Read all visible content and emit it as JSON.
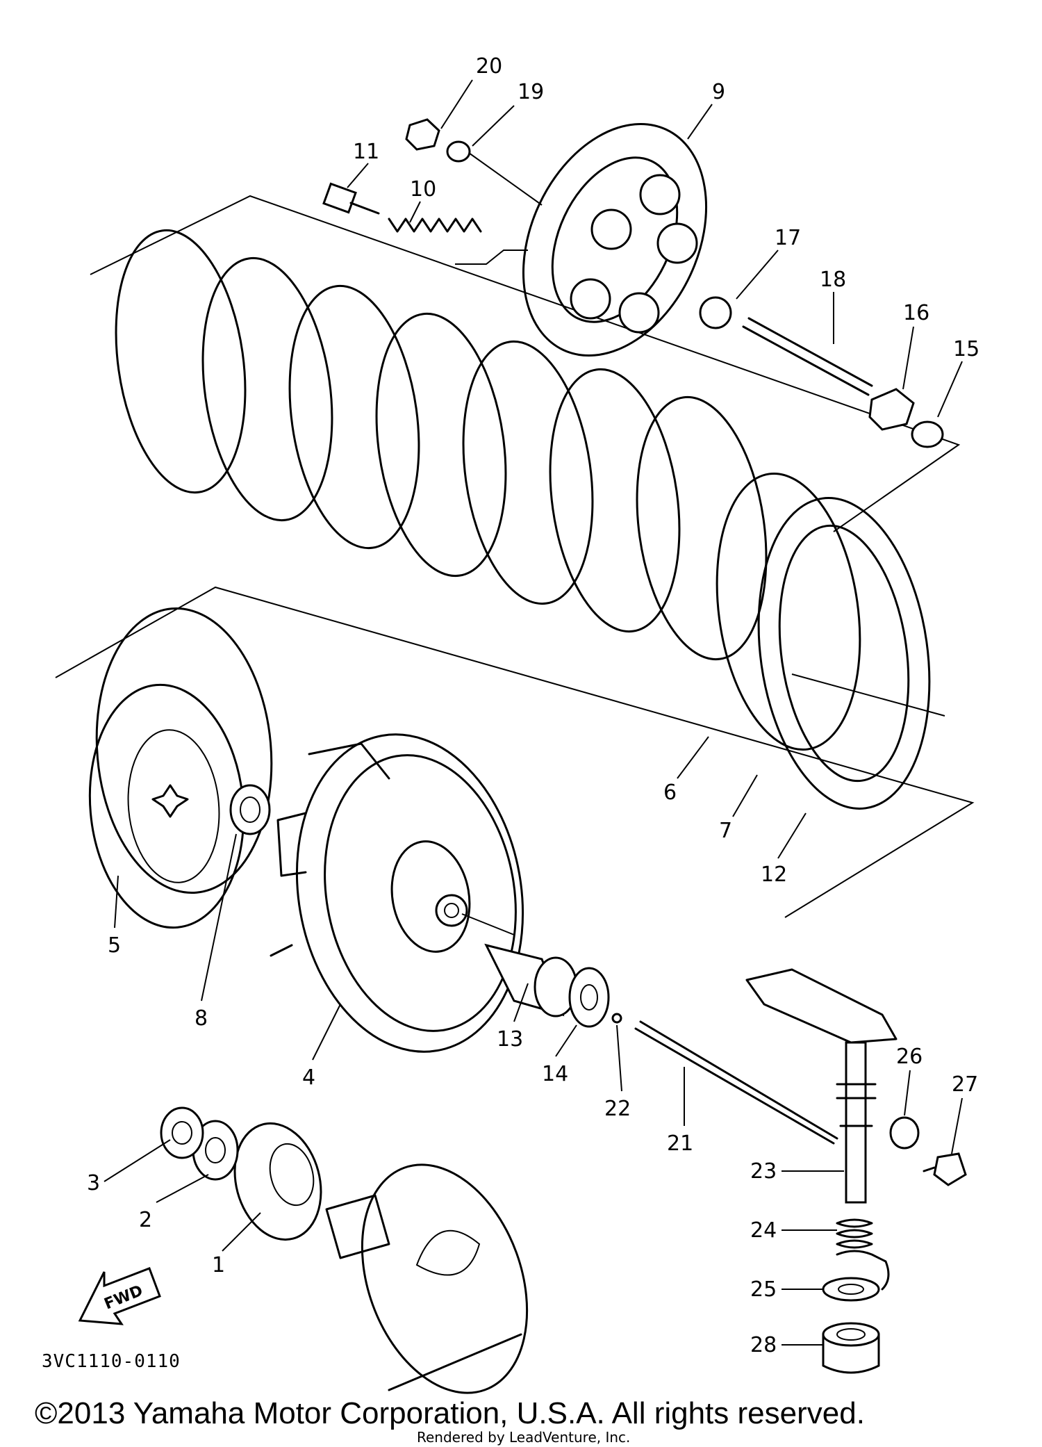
{
  "diagram_code": "3VC1110-0110",
  "copyright": "©2013 Yamaha Motor Corporation, U.S.A. All rights reserved.",
  "rendered_by": "Rendered by LeadVenture, Inc.",
  "fwd_label": "FWD",
  "callouts": {
    "c1": "1",
    "c2": "2",
    "c3": "3",
    "c4": "4",
    "c5": "5",
    "c6": "6",
    "c7": "7",
    "c8": "8",
    "c9": "9",
    "c10": "10",
    "c11": "11",
    "c12": "12",
    "c13": "13",
    "c14": "14",
    "c15": "15",
    "c16": "16",
    "c17": "17",
    "c18": "18",
    "c19": "19",
    "c20": "20",
    "c21": "21",
    "c22": "22",
    "c23": "23",
    "c24": "24",
    "c25": "25",
    "c26": "26",
    "c27": "27",
    "c28": "28"
  }
}
